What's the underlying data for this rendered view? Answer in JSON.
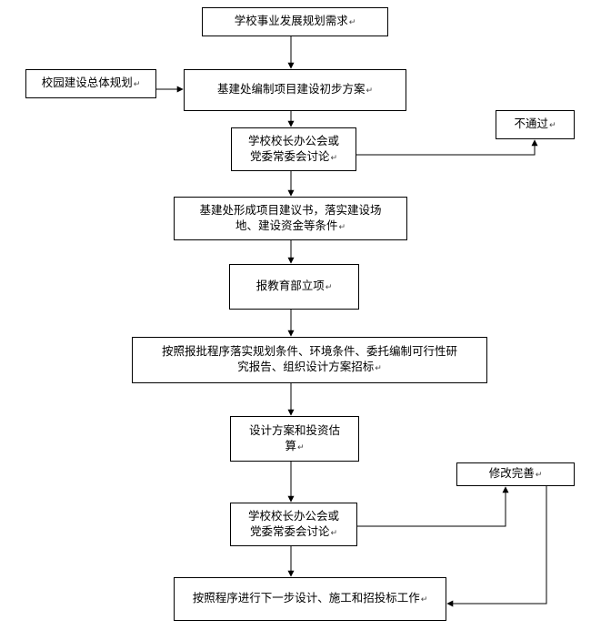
{
  "para_mark": "↵",
  "nodes": [
    {
      "id": "n1",
      "lines": [
        "学校事业发展规划需求"
      ]
    },
    {
      "id": "n2",
      "lines": [
        "校园建设总体规划"
      ]
    },
    {
      "id": "n3",
      "lines": [
        "基建处编制项目建设初步方案"
      ]
    },
    {
      "id": "n4",
      "lines": [
        "学校校长办公会或",
        "党委常委会讨论"
      ]
    },
    {
      "id": "n5",
      "lines": [
        "不通过"
      ]
    },
    {
      "id": "n6",
      "lines": [
        "基建处形成项目建议书，落实建设场",
        "地、建设资金等条件"
      ]
    },
    {
      "id": "n7",
      "lines": [
        "报教育部立项"
      ]
    },
    {
      "id": "n8",
      "lines": [
        "按照报批程序落实规划条件、环境条件、委托编制可行性研",
        "究报告、组织设计方案招标"
      ]
    },
    {
      "id": "n9",
      "lines": [
        "设计方案和投资估",
        "算"
      ]
    },
    {
      "id": "n10",
      "lines": [
        "修改完善"
      ]
    },
    {
      "id": "n11",
      "lines": [
        "学校校长办公会或",
        "党委常委会讨论"
      ]
    },
    {
      "id": "n12",
      "lines": [
        "按照程序进行下一步设计、施工和招投标工作"
      ]
    }
  ],
  "edges": [
    {
      "from": "n1",
      "to": "n3"
    },
    {
      "from": "n2",
      "to": "n3"
    },
    {
      "from": "n3",
      "to": "n4"
    },
    {
      "from": "n4",
      "to": "n5"
    },
    {
      "from": "n4",
      "to": "n6"
    },
    {
      "from": "n6",
      "to": "n7"
    },
    {
      "from": "n7",
      "to": "n8"
    },
    {
      "from": "n8",
      "to": "n9"
    },
    {
      "from": "n9",
      "to": "n11"
    },
    {
      "from": "n11",
      "to": "n10"
    },
    {
      "from": "n10",
      "to": "n12"
    },
    {
      "from": "n11",
      "to": "n12"
    }
  ]
}
